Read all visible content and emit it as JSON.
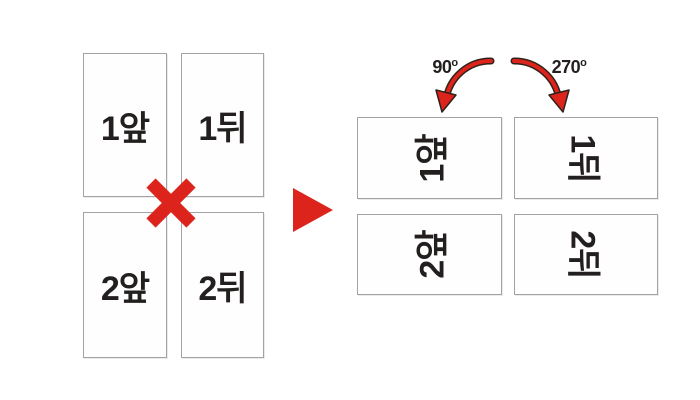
{
  "diagram": {
    "title_hint": "page-rotation-diagram",
    "before": {
      "orientation": "portrait",
      "cards": [
        {
          "label": "1앞"
        },
        {
          "label": "1뒤"
        },
        {
          "label": "2앞"
        },
        {
          "label": "2뒤"
        }
      ]
    },
    "wrong_mark": {
      "shape": "x-mark",
      "color": "#dc241c"
    },
    "transition_arrow": {
      "shape": "triangle-right",
      "color": "#dc241c"
    },
    "rotations": {
      "ccw": {
        "label_value": "90",
        "label_suffix": "o",
        "direction": "counterclockwise"
      },
      "cw": {
        "label_value": "270",
        "label_suffix": "o",
        "direction": "clockwise"
      }
    },
    "after": {
      "orientation": "landscape",
      "cards": [
        {
          "label": "1앞",
          "rotation": "90 ccw"
        },
        {
          "label": "1뒤",
          "rotation": "270 cw"
        },
        {
          "label": "2앞",
          "rotation": "90 ccw"
        },
        {
          "label": "2뒤",
          "rotation": "270 cw"
        }
      ]
    }
  },
  "colors": {
    "red": "#dc241c",
    "card_border": "#a3a3a3",
    "text": "#231f1f",
    "arrow_outline": "#31211b",
    "background": "#ffffff"
  }
}
